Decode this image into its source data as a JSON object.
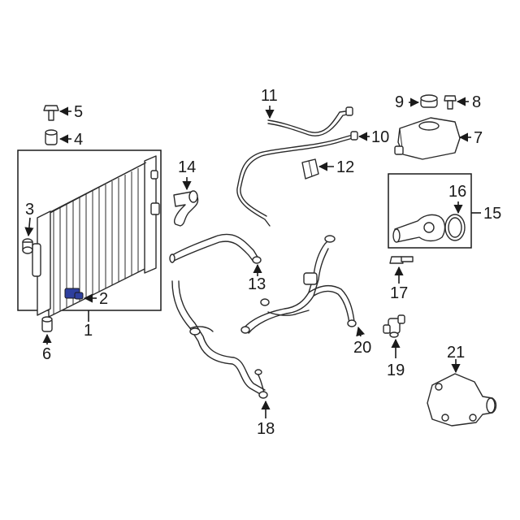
{
  "callouts": [
    {
      "id": "c1",
      "text": "1"
    },
    {
      "id": "c2",
      "text": "2"
    },
    {
      "id": "c3",
      "text": "3"
    },
    {
      "id": "c4",
      "text": "4"
    },
    {
      "id": "c5",
      "text": "5"
    },
    {
      "id": "c6",
      "text": "6"
    },
    {
      "id": "c7",
      "text": "7"
    },
    {
      "id": "c8",
      "text": "8"
    },
    {
      "id": "c9",
      "text": "9"
    },
    {
      "id": "c10",
      "text": "10"
    },
    {
      "id": "c11",
      "text": "11"
    },
    {
      "id": "c12",
      "text": "12"
    },
    {
      "id": "c13",
      "text": "13"
    },
    {
      "id": "c14",
      "text": "14"
    },
    {
      "id": "c15",
      "text": "15"
    },
    {
      "id": "c16",
      "text": "16"
    },
    {
      "id": "c17",
      "text": "17"
    },
    {
      "id": "c18",
      "text": "18"
    },
    {
      "id": "c19",
      "text": "19"
    },
    {
      "id": "c20",
      "text": "20"
    },
    {
      "id": "c21",
      "text": "21"
    }
  ],
  "colors": {
    "line": "#1a1a1a",
    "highlight": "#2e3f9e",
    "background": "#ffffff"
  }
}
